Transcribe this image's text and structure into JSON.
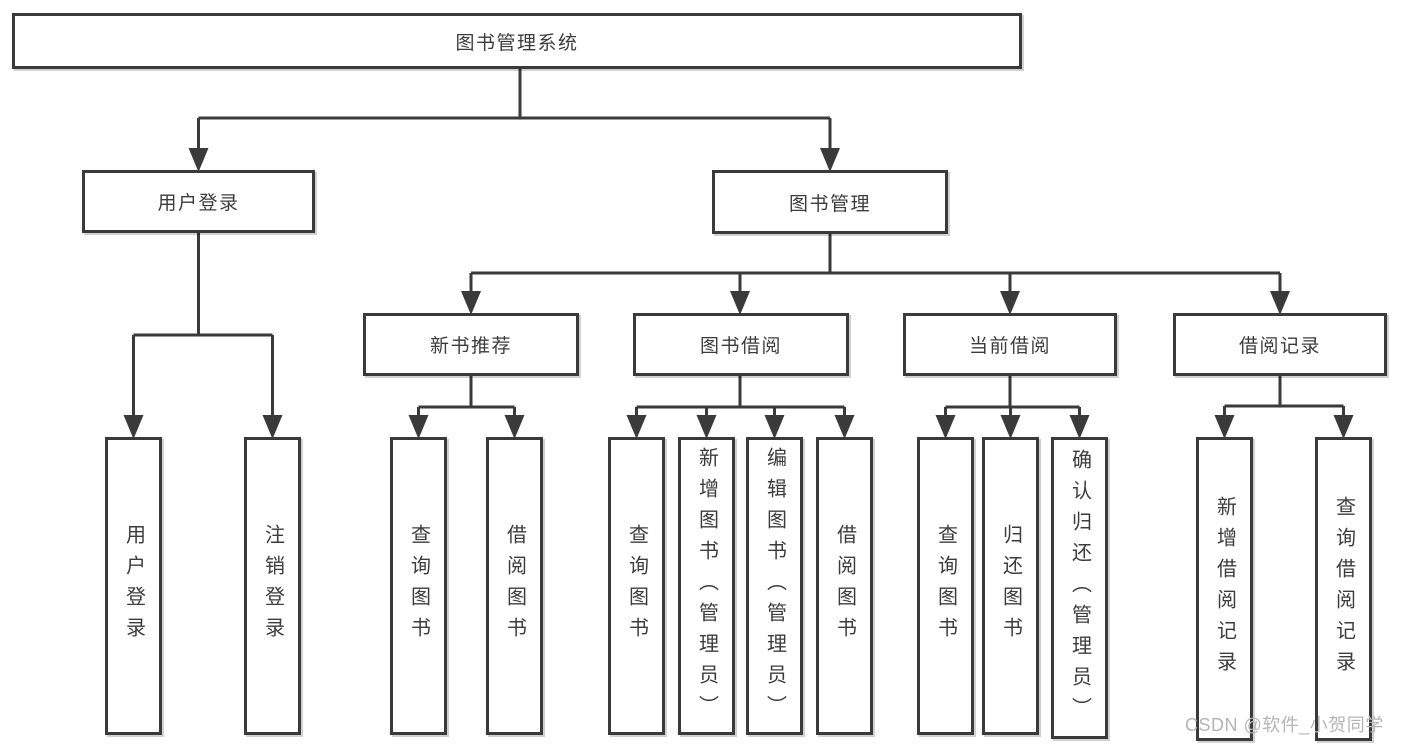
{
  "diagram": {
    "title": "图书管理系统",
    "branches": {
      "user_login": {
        "label": "用户登录",
        "children": [
          "用户登录",
          "注销登录"
        ]
      },
      "book_management": {
        "label": "图书管理",
        "sections": [
          {
            "label": "新书推荐",
            "children": [
              "查询图书",
              "借阅图书"
            ]
          },
          {
            "label": "图书借阅",
            "children": [
              "查询图书",
              "新增图书（管理员）",
              "编辑图书（管理员）",
              "借阅图书"
            ]
          },
          {
            "label": "当前借阅",
            "children": [
              "查询图书",
              "归还图书",
              "确认归还（管理员）"
            ]
          },
          {
            "label": "借阅记录",
            "children": [
              "新增借阅记录",
              "查询借阅记录"
            ]
          }
        ]
      }
    },
    "colors": {
      "line": "#3a3a3a",
      "text": "#3c3c3c",
      "background": "#ffffff",
      "watermark": "#b5b5b5"
    }
  },
  "watermark": "CSDN @软件_小贺同学"
}
